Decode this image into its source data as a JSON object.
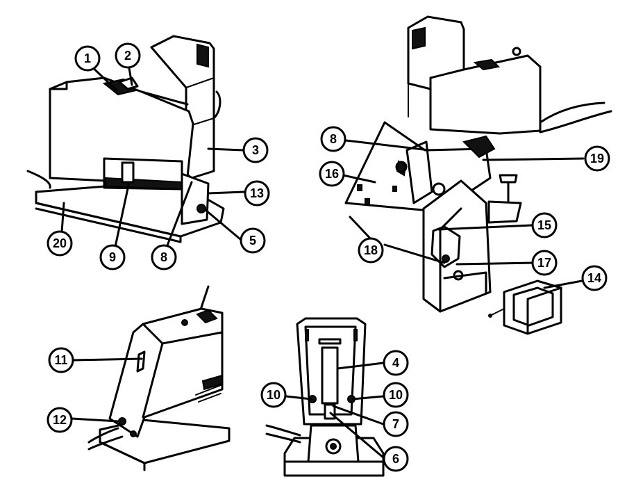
{
  "callouts": {
    "c1": "1",
    "c2": "2",
    "c3": "3",
    "c13": "13",
    "c5": "5",
    "c20": "20",
    "c9": "9",
    "c8a": "8",
    "c8b": "8",
    "c16": "16",
    "c19": "19",
    "c15": "15",
    "c18": "18",
    "c17": "17",
    "c14": "14",
    "c11": "11",
    "c12": "12",
    "c4": "4",
    "c10a": "10",
    "c10b": "10",
    "c7": "7",
    "c6": "6"
  }
}
